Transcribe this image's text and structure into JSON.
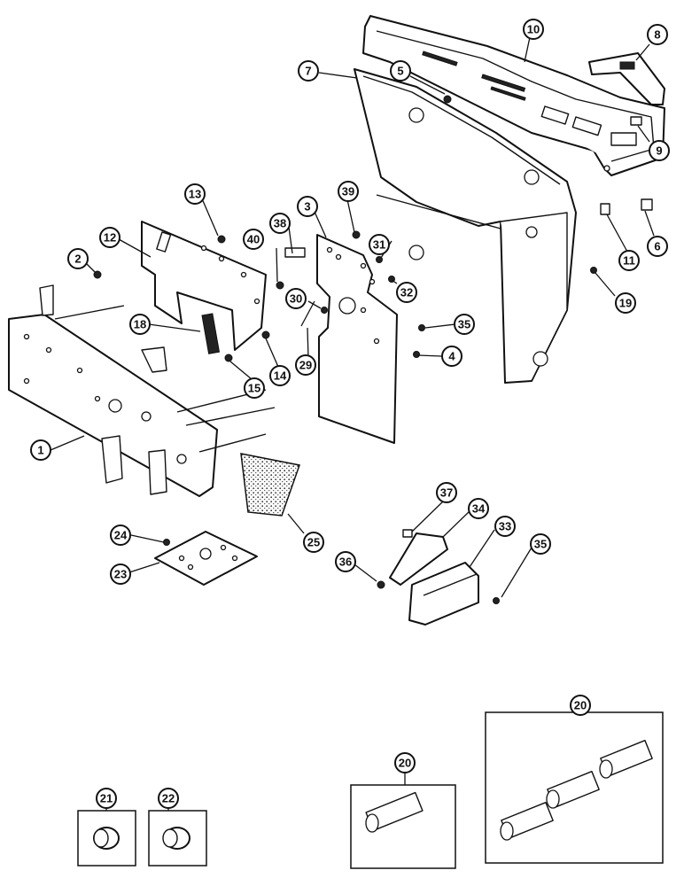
{
  "callouts": [
    "1",
    "2",
    "3",
    "4",
    "5",
    "6",
    "7",
    "8",
    "9",
    "10",
    "11",
    "12",
    "13",
    "14",
    "15",
    "18",
    "19",
    "20",
    "20",
    "21",
    "22",
    "23",
    "24",
    "25",
    "29",
    "30",
    "31",
    "32",
    "33",
    "34",
    "35",
    "35",
    "36",
    "37",
    "38",
    "39",
    "40"
  ]
}
